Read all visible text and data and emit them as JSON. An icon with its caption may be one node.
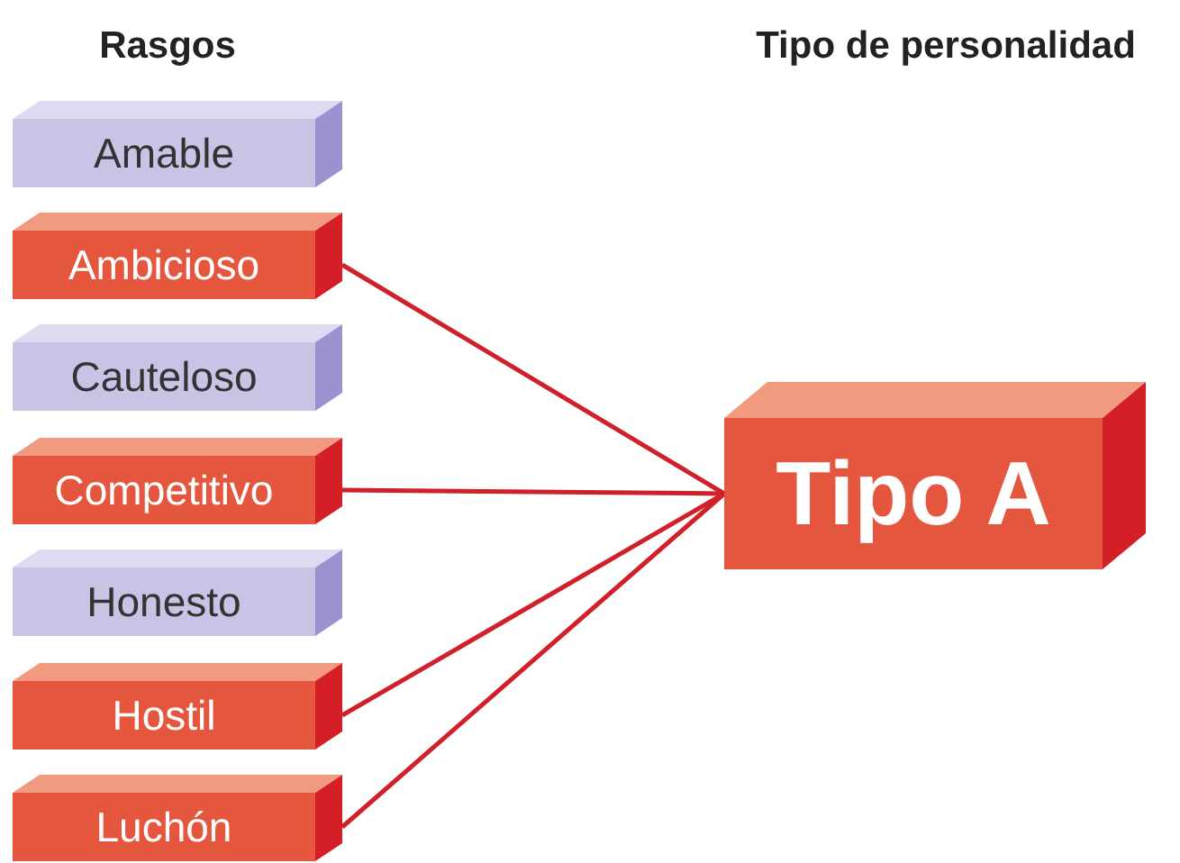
{
  "diagram": {
    "nodes": [
      {
        "text": [
          "Amable"
        ]
      },
      {
        "text": [
          "Ambicioso"
        ]
      },
      {
        "text": [
          "Cauteloso"
        ]
      },
      {
        "text": [
          "Competitivo"
        ]
      },
      {
        "text": [
          "Honesto"
        ]
      },
      {
        "text": [
          "Hostil"
        ]
      },
      {
        "text": [
          "Luchón"
        ]
      },
      {
        "text": [
          "Tipo A"
        ]
      }
    ],
    "edges": [
      {
        "from": 1,
        "to": 7,
        "arrow": "none"
      },
      {
        "from": 3,
        "to": 7,
        "arrow": "none"
      },
      {
        "from": 5,
        "to": 7,
        "arrow": "none"
      },
      {
        "from": 6,
        "to": 7,
        "arrow": "none"
      }
    ],
    "labels": [
      "Rasgos",
      "Tipo de personalidad"
    ]
  }
}
